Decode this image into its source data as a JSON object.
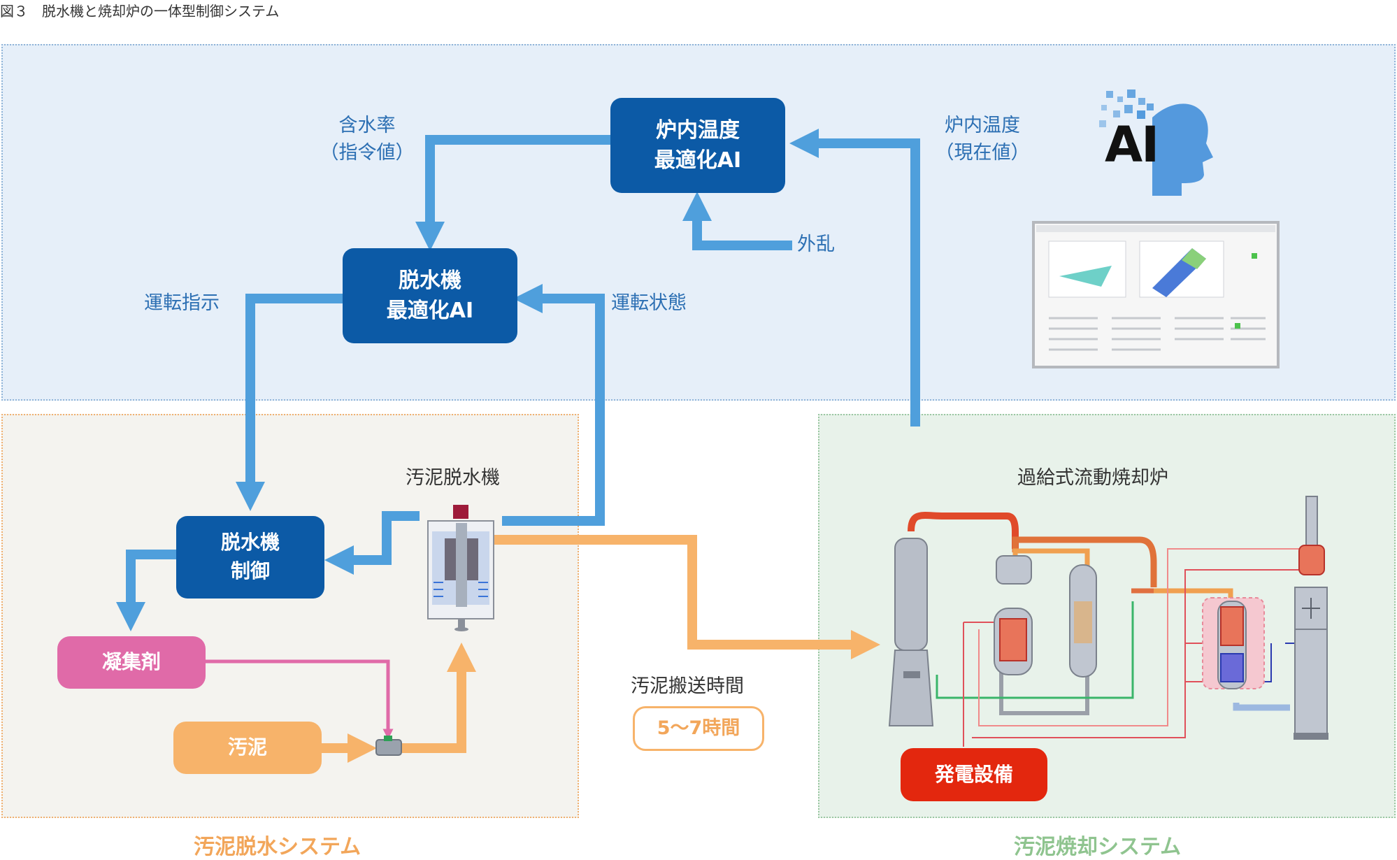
{
  "caption": "図３　脱水機と焼却炉の一体型制御システム",
  "nodes": {
    "furnace_ai": [
      "炉内温度",
      "最適化AI"
    ],
    "dewater_ai": [
      "脱水機",
      "最適化AI"
    ],
    "dewater_ctrl": [
      "脱水機",
      "制御"
    ],
    "coagulant": "凝集剤",
    "sludge": "汚泥",
    "power": "発電設備",
    "transport_time": "5〜7時間"
  },
  "labels": {
    "water_content": [
      "含水率",
      "（指令値）"
    ],
    "furnace_temp_current": [
      "炉内温度",
      "（現在値）"
    ],
    "disturbance": "外乱",
    "operation_cmd": "運転指示",
    "operation_state": "運転状態",
    "dewatering_machine": "汚泥脱水機",
    "transport": "汚泥搬送時間",
    "incinerator": "過給式流動焼却炉"
  },
  "systems": {
    "dewatering": "汚泥脱水システム",
    "incineration": "汚泥焼却システム"
  },
  "logo": "AI",
  "colors": {
    "ai_blue": "#0c5aa6",
    "arrow_blue": "#4f9fdc",
    "arrow_orange": "#f7b36a",
    "pink": "#e06aa8",
    "power_red": "#e3270e",
    "dew_title": "#f2a65a",
    "inc_title": "#8fc48f"
  }
}
